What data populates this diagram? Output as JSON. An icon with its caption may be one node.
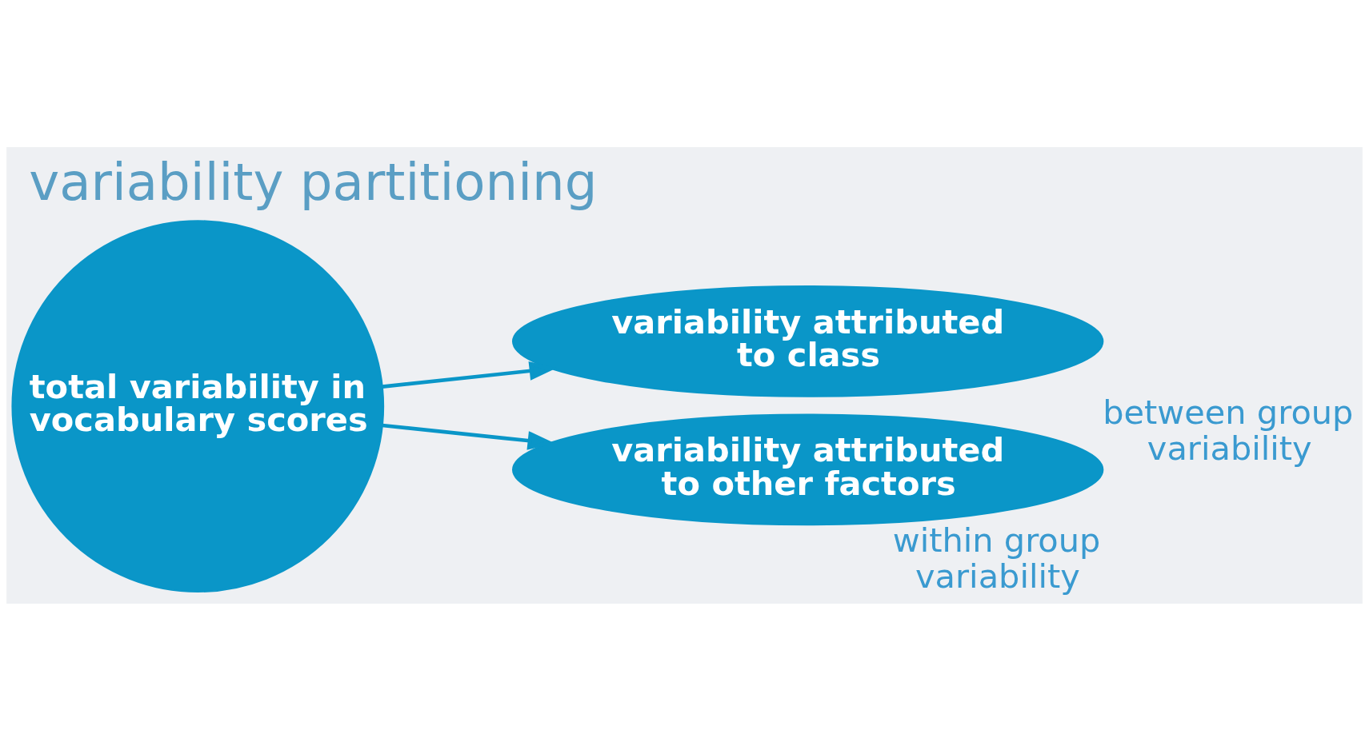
{
  "diagram": {
    "title": "variability partitioning",
    "nodes": [
      {
        "text": [
          "total variability in vocabulary scores"
        ]
      },
      {
        "text": [
          "variability attributed to class"
        ],
        "beside": [
          "between group variability"
        ]
      },
      {
        "text": [
          "variability attributed to other factors"
        ],
        "beside": [
          "within group variability"
        ]
      }
    ],
    "edges": [
      {
        "from": 0,
        "to": 1,
        "arrow": "to"
      },
      {
        "from": 0,
        "to": 2,
        "arrow": "to"
      }
    ]
  }
}
